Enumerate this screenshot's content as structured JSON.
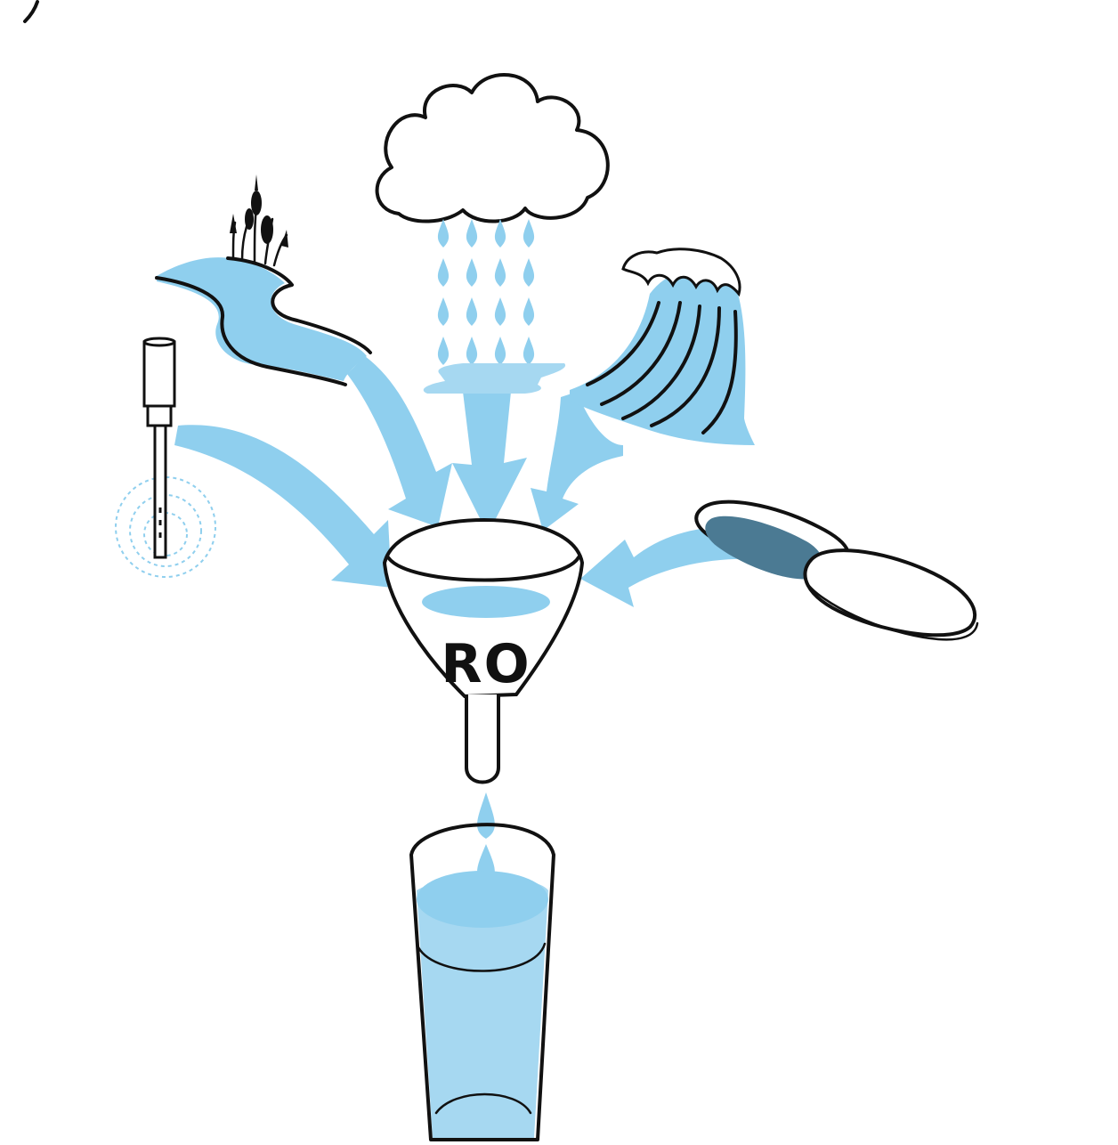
{
  "diagram": {
    "funnel_label": "RO",
    "sources": [
      "groundwater-well",
      "river",
      "rain",
      "ocean",
      "wastewater"
    ],
    "colors": {
      "water": "#8fcfee",
      "water_dark": "#4b7a93",
      "ink": "#111111",
      "background": "#ffffff"
    }
  }
}
